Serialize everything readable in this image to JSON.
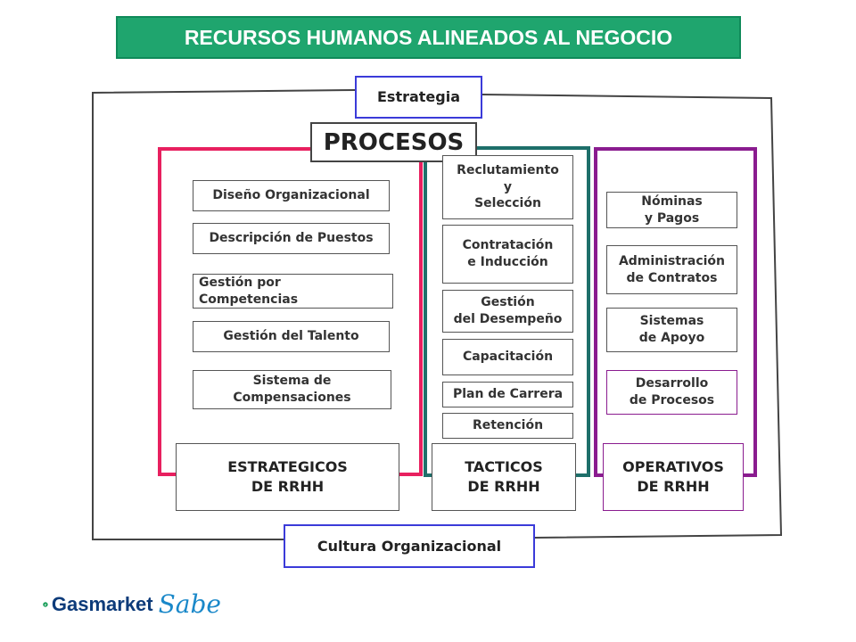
{
  "header": {
    "title": "RECURSOS HUMANOS ALINEADOS AL NEGOCIO"
  },
  "diagram": {
    "top_label": "Estrategia",
    "procesos_label": "PROCESOS",
    "bottom_label": "Cultura Organizacional",
    "columns": {
      "estrategicos": {
        "color": "#e8205f",
        "items": [
          "Diseño Organizacional",
          "Descripción de Puestos",
          "Gestión por\nCompetencias",
          "Gestión del Talento",
          "Sistema de\nCompensaciones"
        ],
        "footer": "ESTRATEGICOS\nDE RRHH"
      },
      "tacticos": {
        "color": "#1e6f6a",
        "items": [
          "Reclutamiento\ny\nSelección",
          "Contratación\ne Inducción",
          "Gestión\ndel Desempeño",
          "Capacitación",
          "Plan de Carrera",
          "Retención"
        ],
        "footer": "TACTICOS\nDE RRHH"
      },
      "operativos": {
        "color": "#8a1c8f",
        "items": [
          "Nóminas\ny Pagos",
          "Administración\nde Contratos",
          "Sistemas\nde Apoyo",
          "Desarrollo\nde Procesos"
        ],
        "footer": "OPERATIVOS\nDE  RRHH"
      }
    }
  },
  "logo": {
    "brand": "Gasmarket",
    "script": "Sabe",
    "icon": "gasmarket-logo-icon"
  }
}
